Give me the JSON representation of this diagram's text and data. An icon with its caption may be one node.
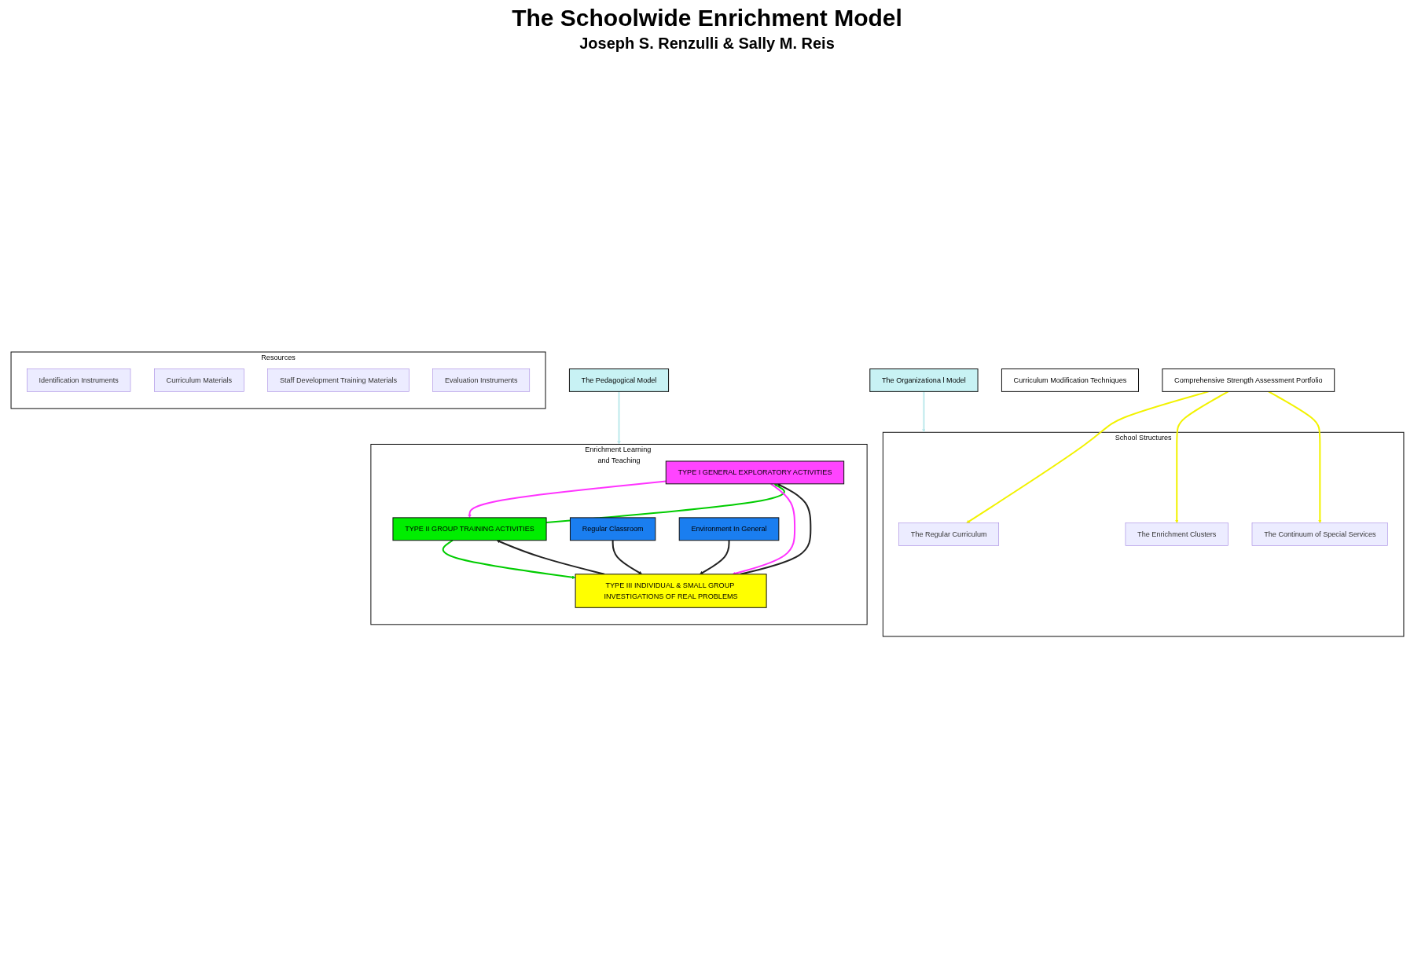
{
  "diagram": {
    "title": "The Schoolwide Enrichment Model",
    "nodes": [
      {
        "text": [
          "The Organizationa l Model"
        ]
      },
      {
        "text": [
          "School Structures"
        ]
      },
      {
        "text": [
          "The Regular Curriculum"
        ],
        "in": 1
      },
      {
        "text": [
          "The Enrichment Clusters"
        ],
        "in": 1
      },
      {
        "text": [
          "The Continuum of Special Services"
        ],
        "in": 1
      },
      {
        "text": [
          "Comprehensive Strength Assessment Portfolio"
        ]
      },
      {
        "text": [
          "Curriculum Modification Techniques"
        ]
      },
      {
        "text": [
          "Enrichment Learning and Teaching"
        ]
      },
      {
        "text": [
          "TYPE I GENERAL EXPLORATORY ACTIVITIES"
        ],
        "in": 7
      },
      {
        "text": [
          "TYPE II GROUP TRAINING ACTIVITIES"
        ],
        "in": 7
      },
      {
        "text": [
          "TYPE III INDIVIDUAL & SMALL GROUP INVESTIGATIONS OF REAL PROBLEMS"
        ],
        "in": 7
      },
      {
        "text": [
          "Regular Classroom"
        ],
        "in": 7
      },
      {
        "text": [
          "Environment In General"
        ],
        "in": 7
      },
      {
        "text": [
          "The Pedagogical Model"
        ]
      },
      {
        "text": [
          "Resources"
        ]
      },
      {
        "text": [
          "Identification Instruments"
        ],
        "in": 14
      },
      {
        "text": [
          "Curriculum Materials"
        ],
        "in": 14
      },
      {
        "text": [
          "Staff Development Training Materials"
        ],
        "in": 14
      },
      {
        "text": [
          "Evaluation Instruments"
        ],
        "in": 14
      }
    ],
    "edges": [
      {
        "from": 0,
        "to": 1,
        "arrow": "to",
        "color": "#bde9ec"
      },
      {
        "from": 5,
        "to": 2,
        "arrow": "to",
        "color": "#f2f200"
      },
      {
        "from": 5,
        "to": 3,
        "arrow": "to",
        "color": "#f2f200"
      },
      {
        "from": 5,
        "to": 4,
        "arrow": "to",
        "color": "#f2f200"
      },
      {
        "from": 9,
        "to": 8,
        "arrow": "to",
        "color": "#00cc00"
      },
      {
        "from": 8,
        "to": 9,
        "arrow": "to",
        "color": "#ff33ff"
      },
      {
        "from": 10,
        "to": 8,
        "arrow": "to"
      },
      {
        "from": 10,
        "to": 9,
        "arrow": "to"
      },
      {
        "from": 8,
        "to": 10,
        "arrow": "to",
        "color": "#ff33ff"
      },
      {
        "from": 9,
        "to": 10,
        "arrow": "to",
        "color": "#00cc00"
      },
      {
        "from": 11,
        "to": 10,
        "arrow": "to"
      },
      {
        "from": 12,
        "to": 10,
        "arrow": "to"
      },
      {
        "from": 13,
        "to": 7,
        "arrow": "to",
        "color": "#bde9ec"
      }
    ],
    "labels": [
      "Joseph S. Renzulli & Sally M. Reis"
    ]
  }
}
